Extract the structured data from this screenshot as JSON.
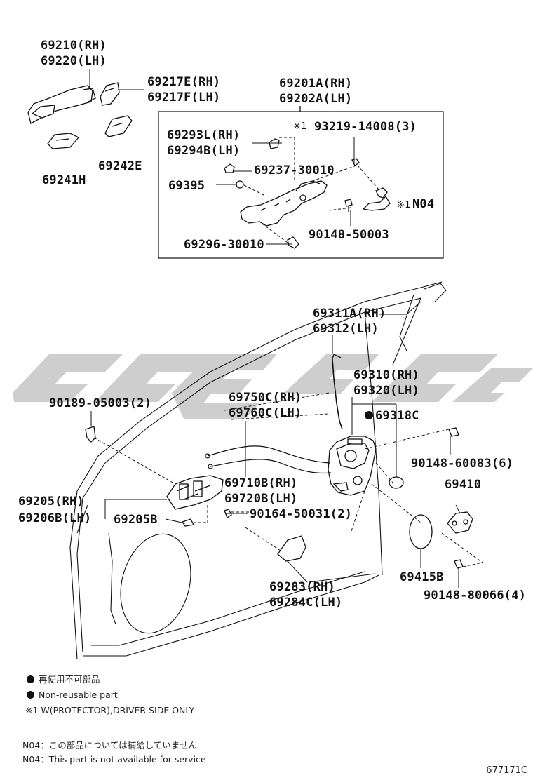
{
  "labels": {
    "outer_handle_rh": "69210(RH)",
    "outer_handle_lh": "69220(LH)",
    "cover_rh": "69217E(RH)",
    "cover_lh": "69217F(LH)",
    "pad_a": "69241H",
    "pad_b": "69242E",
    "frame_rh": "69201A(RH)",
    "frame_lh": "69202A(LH)",
    "clip_rh": "69293L(RH)",
    "clip_lh": "69294B(LH)",
    "note1_mark": "※1",
    "screw_932": "93219-14008(3)",
    "part_69237": "69237-30010",
    "part_69395": "69395",
    "protector_mark": "※1",
    "protector_code": "N04",
    "bolt_90148_50003": "90148-50003",
    "screw_69296": "69296-30010",
    "rod_rh": "69311A(RH)",
    "rod_lh": "69312(LH)",
    "lock_rh": "69310(RH)",
    "lock_lh": "69320(LH)",
    "part_69318": "69318C",
    "clip_90189": "90189-05003(2)",
    "cable_rh": "69750C(RH)",
    "cable_lh": "69760C(LH)",
    "bolt_90148_60083": "90148-60083(6)",
    "striker": "69410",
    "cable2_rh": "69710B(RH)",
    "cable2_lh": "69720B(LH)",
    "inner_handle_rh": "69205(RH)",
    "inner_handle_lh": "69206B(LH)",
    "part_69205b": "69205B",
    "screw_90164": "90164-50031(2)",
    "cover2_rh": "69283(RH)",
    "cover2_lh": "69284C(LH)",
    "plate": "69415B",
    "bolt_90148_80066": "90148-80066(4)"
  },
  "notes": {
    "nonreusable_jp": "再使用不可部品",
    "nonreusable_en": "Non-reusable part",
    "protector_note": "※1 W(PROTECTOR),DRIVER SIDE ONLY",
    "n04_jp": "N04：この部品については補給していません",
    "n04_en": "N04：This part is not available for service"
  },
  "diagram_code": "677171C",
  "colors": {
    "line": "#111111",
    "watermark": "#c8c8c8"
  }
}
